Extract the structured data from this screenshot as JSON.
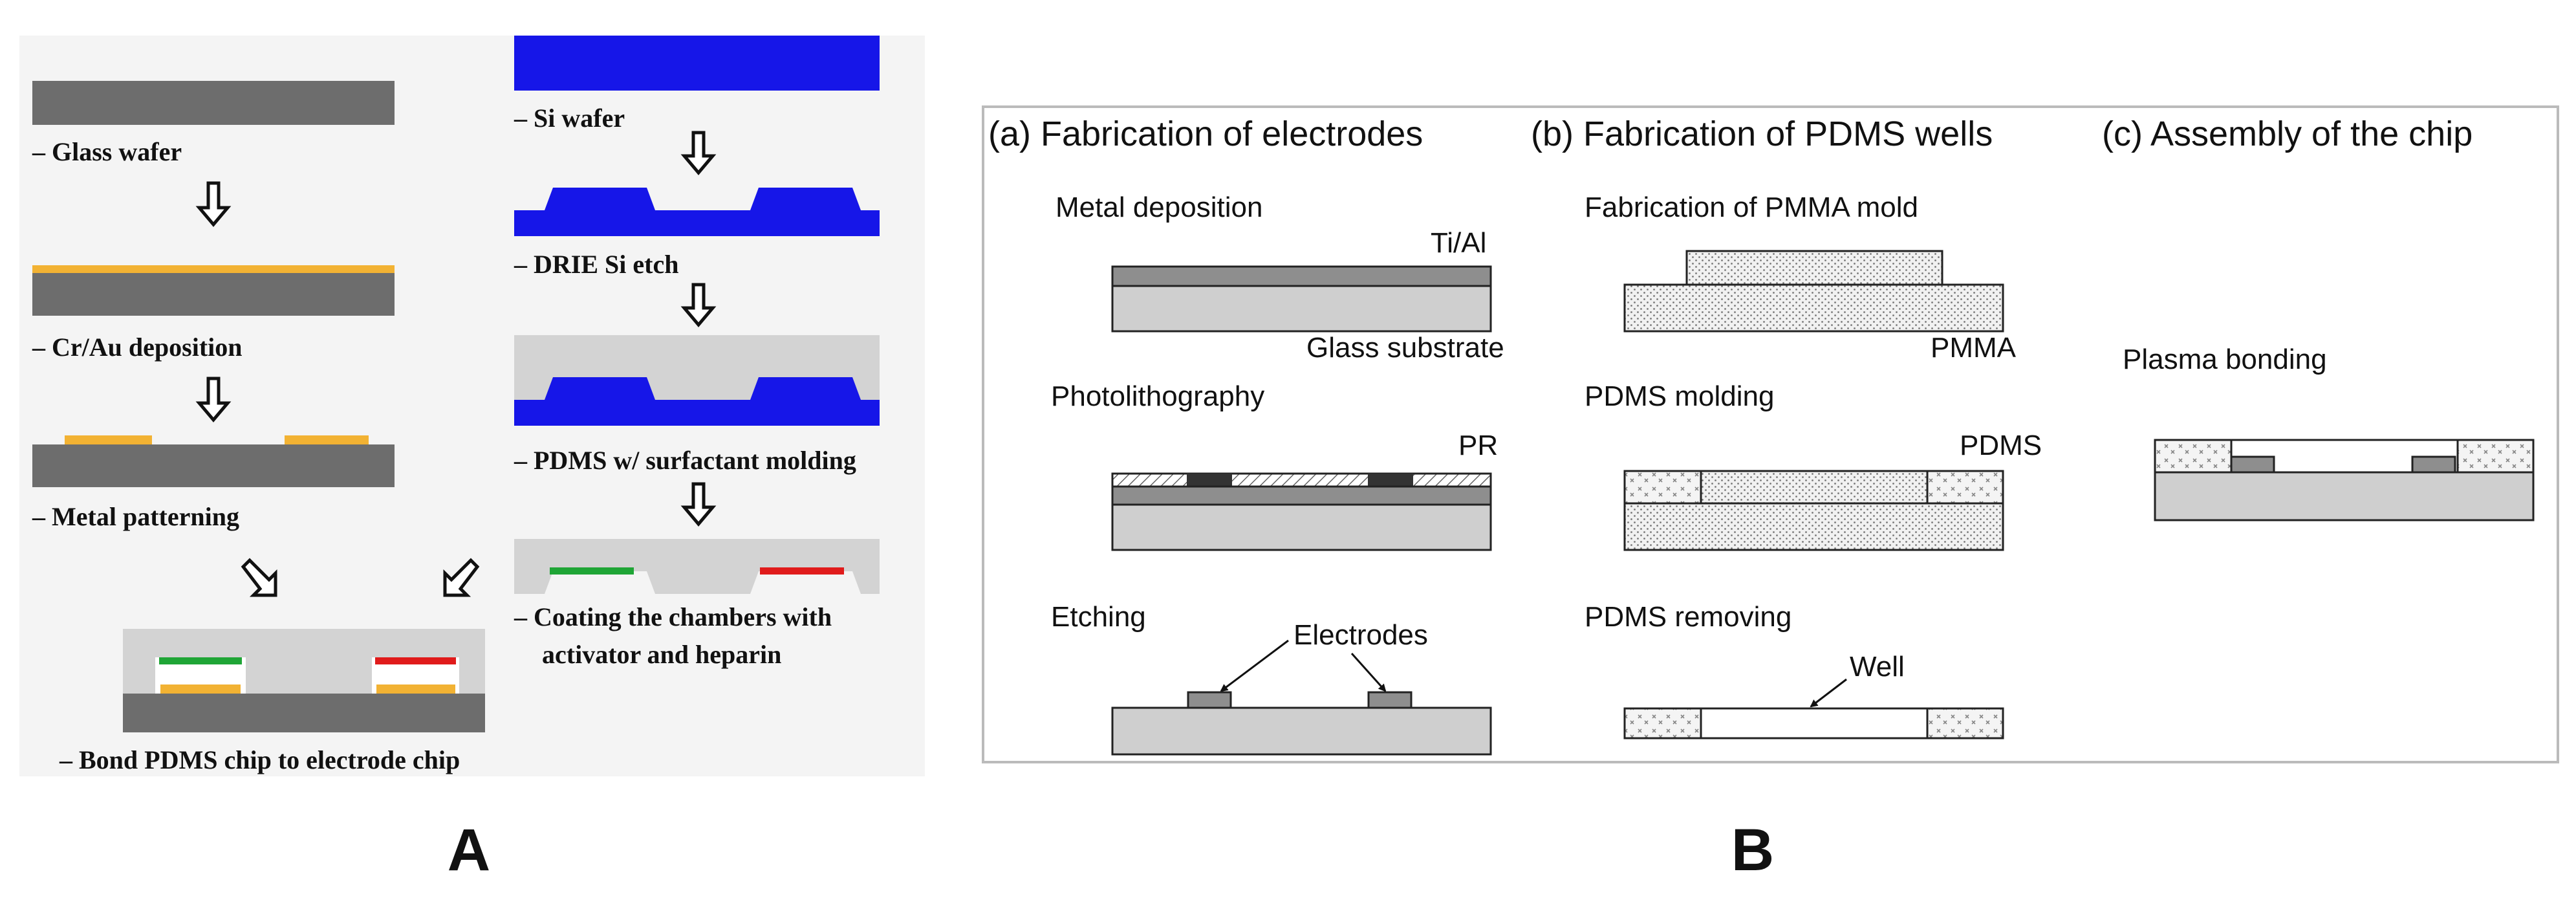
{
  "panel_a": {
    "label": "A",
    "steps": {
      "glass_wafer": "– Glass wafer",
      "cr_au": "– Cr/Au deposition",
      "metal_patterning": "– Metal patterning",
      "bond": "– Bond PDMS chip to electrode chip",
      "si_wafer": "– Si wafer",
      "drie": "– DRIE Si etch",
      "pdms_molding": "– PDMS w/ surfactant molding",
      "coating_1": "– Coating the chambers with",
      "coating_2": "activator and heparin"
    },
    "colors": {
      "glass": "#6d6d6d",
      "gold": "#f2b233",
      "silicon": "#1616e8",
      "pdms": "#d3d3d3",
      "green": "#1fa536",
      "red": "#e01b1b"
    }
  },
  "panel_b": {
    "label": "B",
    "sections": {
      "a": "(a) Fabrication of electrodes",
      "b": "(b) Fabrication of PDMS wells",
      "c": "(c) Assembly of the chip"
    },
    "labels": {
      "metal_deposition": "Metal deposition",
      "ti_al": "Ti/Al",
      "glass_substrate": "Glass substrate",
      "photolithography": "Photolithography",
      "pr": "PR",
      "etching": "Etching",
      "electrodes": "Electrodes",
      "pmma_mold": "Fabrication of PMMA mold",
      "pmma": "PMMA",
      "pdms_molding": "PDMS molding",
      "pdms": "PDMS",
      "pdms_removing": "PDMS removing",
      "well": "Well",
      "plasma_bonding": "Plasma bonding"
    }
  }
}
